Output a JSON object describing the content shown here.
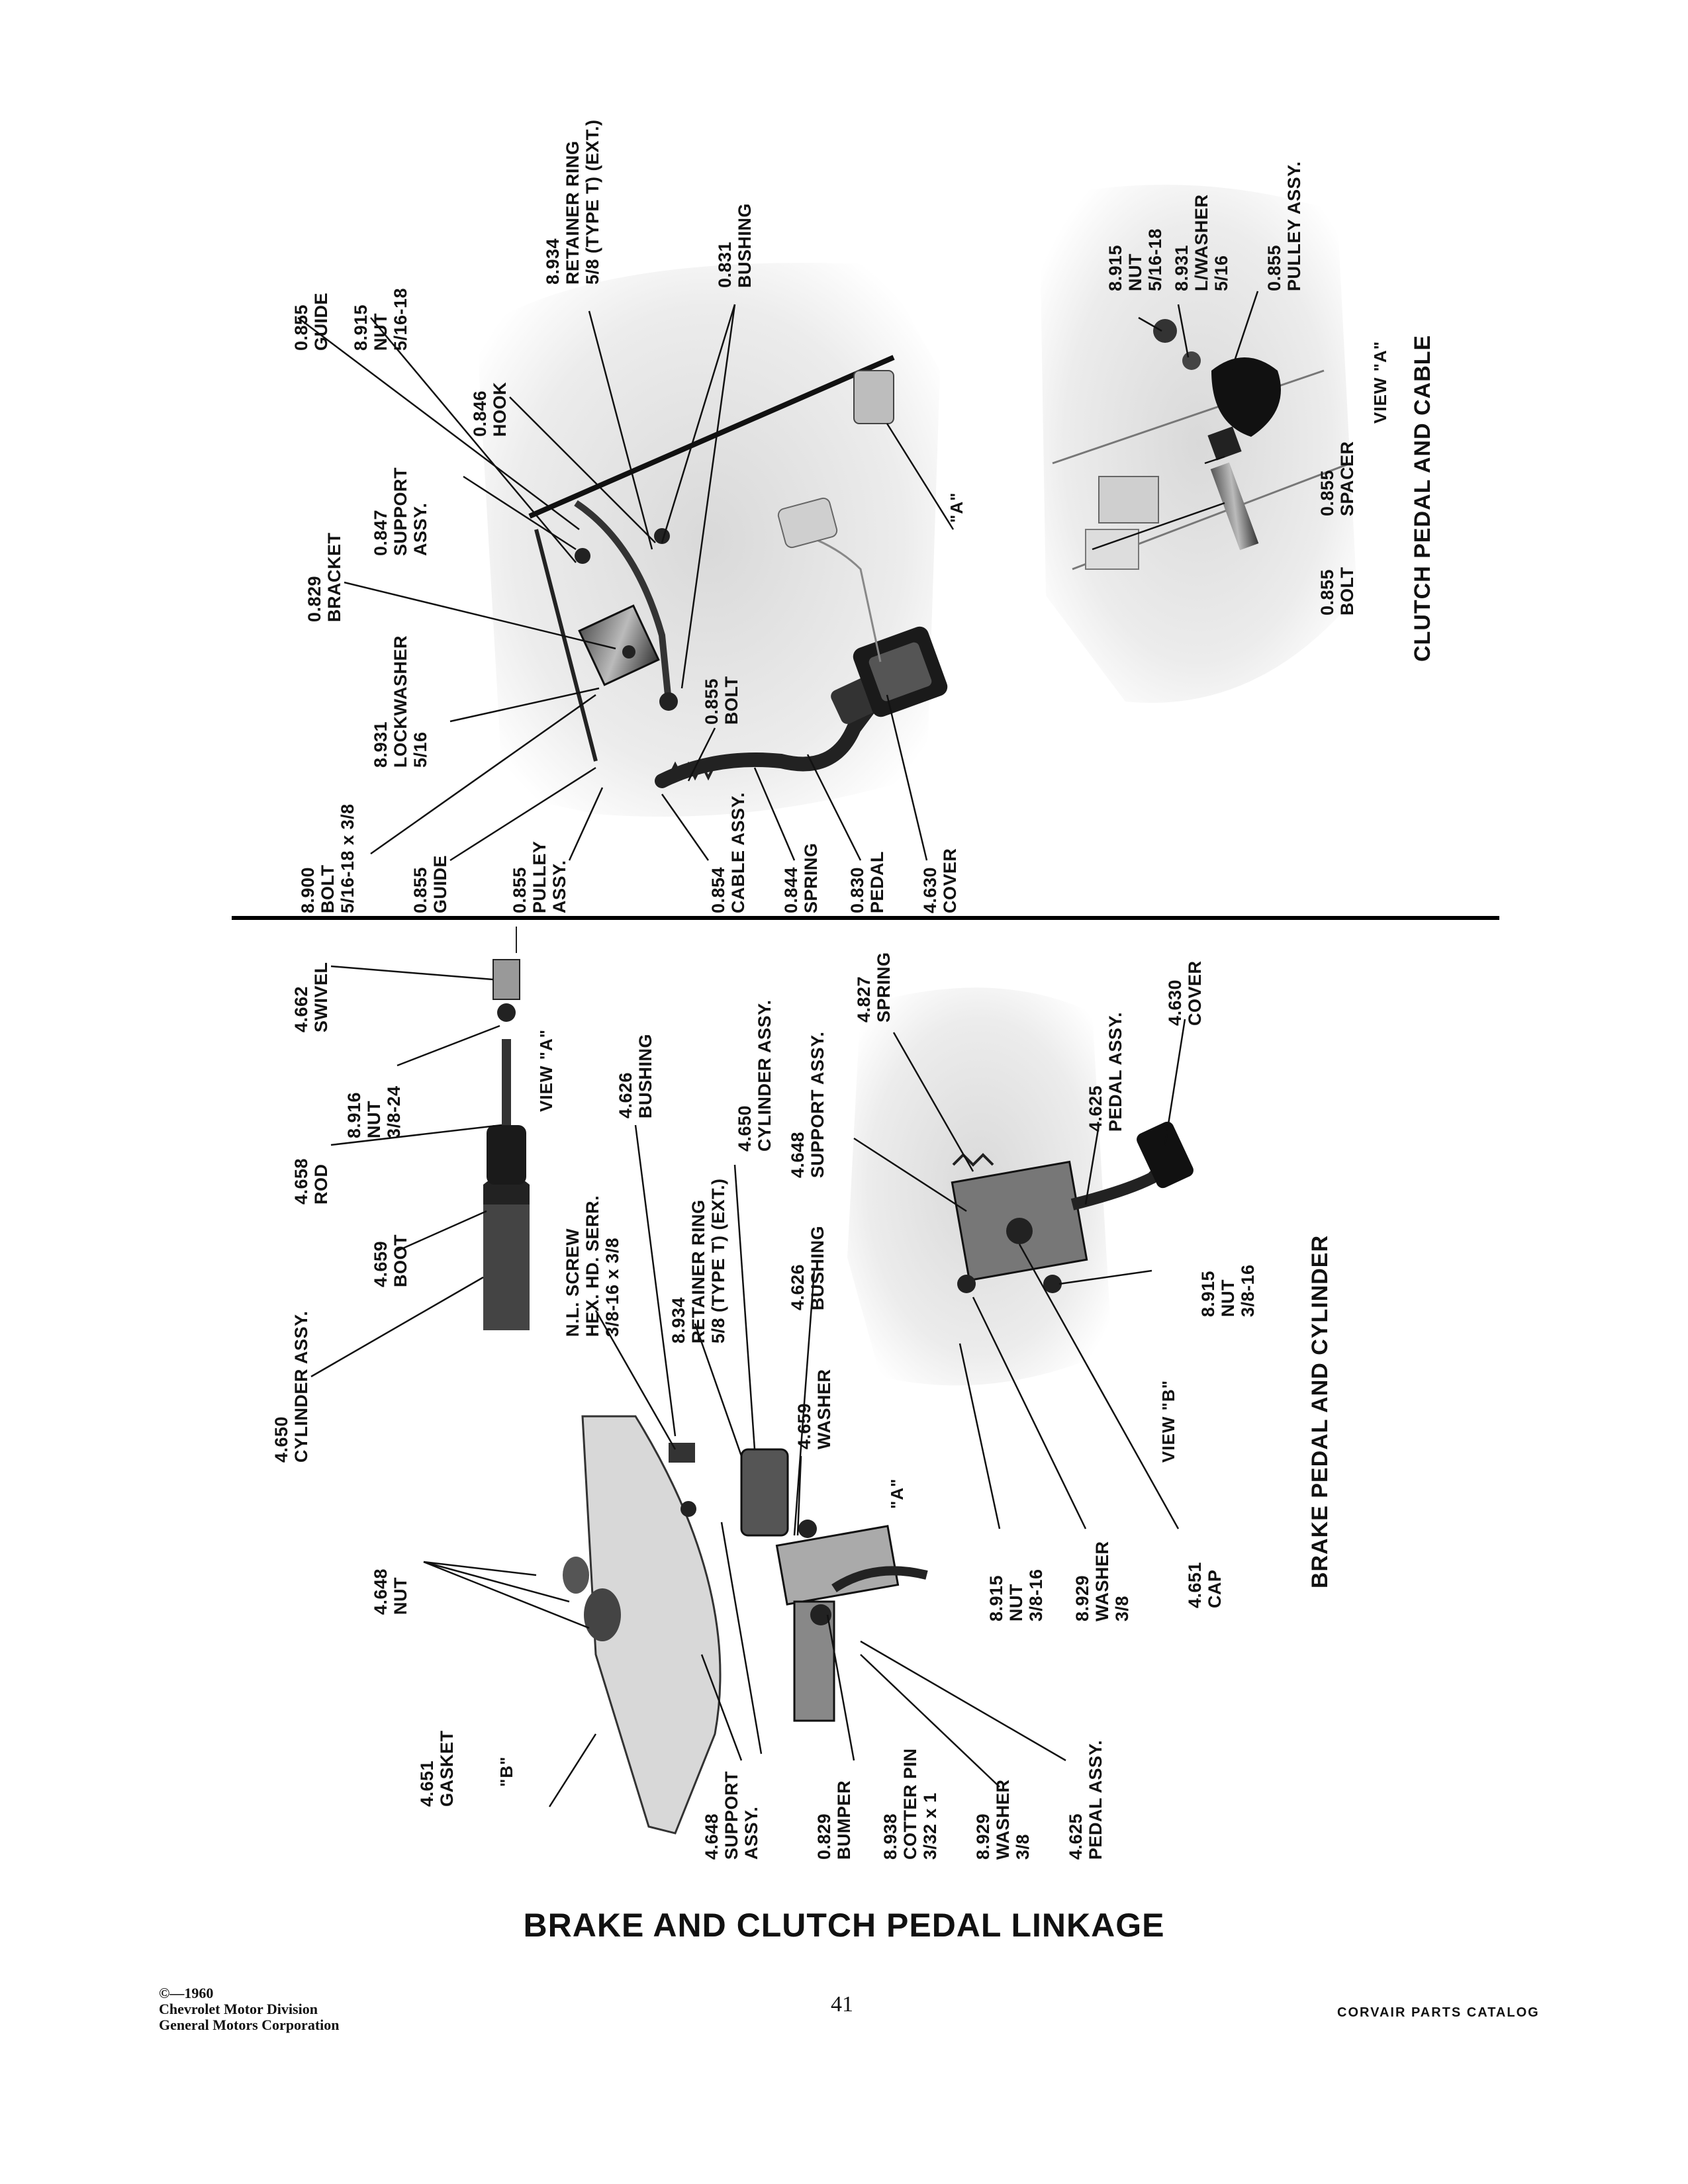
{
  "page": {
    "title": "BRAKE AND CLUTCH PEDAL LINKAGE",
    "page_number": "41",
    "catalog": "CORVAIR PARTS CATALOG",
    "copyright": [
      "©—1960",
      "Chevrolet Motor Division",
      "General Motors Corporation"
    ]
  },
  "clutch": {
    "title": "CLUTCH PEDAL AND CABLE",
    "view_a": "VIEW \"A\"",
    "callout_a": "\"A\"",
    "labels": [
      [
        "8.900",
        "BOLT",
        "5/16-18 x 3/8"
      ],
      [
        "0.855",
        "GUIDE"
      ],
      [
        "0.855",
        "PULLEY",
        "ASSY."
      ],
      [
        "8.931",
        "LOCKWASHER",
        "5/16"
      ],
      [
        "0.829",
        "BRACKET"
      ],
      [
        "0.847",
        "SUPPORT",
        "ASSY."
      ],
      [
        "0.855",
        "GUIDE"
      ],
      [
        "8.915",
        "NUT",
        "5/16-18"
      ],
      [
        "0.846",
        "HOOK"
      ],
      [
        "8.934",
        "RETAINER RING",
        "5/8 (TYPE T) (EXT.)"
      ],
      [
        "0.831",
        "BUSHING"
      ],
      [
        "0.855",
        "BOLT"
      ],
      [
        "0.854",
        "CABLE ASSY."
      ],
      [
        "0.844",
        "SPRING"
      ],
      [
        "0.830",
        "PEDAL"
      ],
      [
        "4.630",
        "COVER"
      ]
    ],
    "view_labels": [
      [
        "0.855",
        "BOLT"
      ],
      [
        "0.855",
        "SPACER"
      ],
      [
        "8.915",
        "NUT",
        "5/16-18"
      ],
      [
        "8.931",
        "L/WASHER",
        "5/16"
      ],
      [
        "0.855",
        "PULLEY ASSY."
      ]
    ]
  },
  "brake": {
    "title": "BRAKE PEDAL AND CYLINDER",
    "view_a": "VIEW \"A\"",
    "view_b": "VIEW \"B\"",
    "callout_a": "\"A\"",
    "callout_b": "\"B\"",
    "labels": [
      [
        "4.650",
        "CYLINDER ASSY."
      ],
      [
        "4.659",
        "BOOT"
      ],
      [
        "4.658",
        "ROD"
      ],
      [
        "8.916",
        "NUT",
        "3/8-24"
      ],
      [
        "4.662",
        "SWIVEL"
      ],
      [
        "4.648",
        "NUT"
      ],
      [
        "N.L. SCREW",
        "HEX. HD. SERR.",
        "3/8-16 x 3/8"
      ],
      [
        "4.626",
        "BUSHING"
      ],
      [
        "8.934",
        "RETAINER RING",
        "5/8 (TYPE T) (EXT.)"
      ],
      [
        "4.650",
        "CYLINDER ASSY."
      ],
      [
        "4.626",
        "BUSHING"
      ],
      [
        "4.648",
        "SUPPORT ASSY."
      ],
      [
        "4.827",
        "SPRING"
      ],
      [
        "4.659",
        "WASHER"
      ],
      [
        "4.651",
        "GASKET"
      ],
      [
        "4.648",
        "SUPPORT",
        "ASSY."
      ],
      [
        "0.829",
        "BUMPER"
      ],
      [
        "8.938",
        "COTTER PIN",
        "3/32 x 1"
      ],
      [
        "8.929",
        "WASHER",
        "3/8"
      ],
      [
        "4.625",
        "PEDAL ASSY."
      ],
      [
        "4.625",
        "PEDAL ASSY."
      ],
      [
        "4.630",
        "COVER"
      ],
      [
        "8.915",
        "NUT",
        "3/8-16"
      ],
      [
        "8.915",
        "NUT",
        "3/8-16"
      ],
      [
        "8.929",
        "WASHER",
        "3/8"
      ],
      [
        "4.651",
        "CAP"
      ]
    ]
  }
}
